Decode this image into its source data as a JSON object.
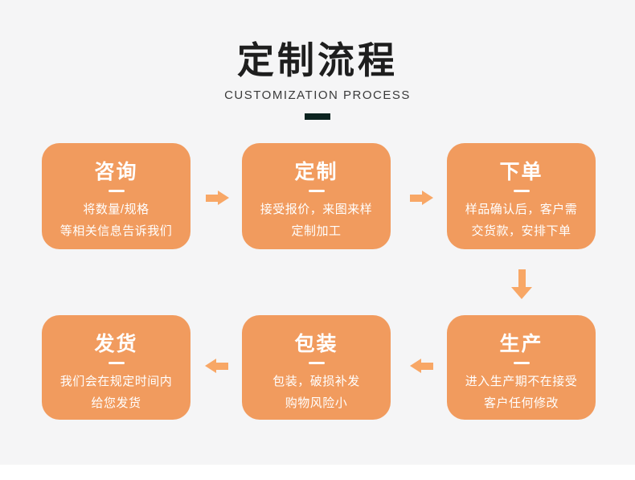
{
  "page": {
    "title": "定制流程",
    "subtitle": "CUSTOMIZATION PROCESS"
  },
  "colors": {
    "background": "#f5f5f6",
    "box_orange": "#f19b5e",
    "arrow_orange": "#f8a766",
    "title_underline": "#0c2420",
    "box_text": "#ffffff",
    "title_text": "#1e1e1e",
    "subtitle_text": "#3a3a3a"
  },
  "icons": {
    "arrow_right": "right-block-arrow",
    "arrow_left": "left-block-arrow",
    "arrow_down": "down-block-arrow"
  },
  "steps": [
    {
      "title": "咨询",
      "line1": "将数量/规格",
      "line2": "等相关信息告诉我们"
    },
    {
      "title": "定制",
      "line1": "接受报价，来图来样",
      "line2": "定制加工"
    },
    {
      "title": "下单",
      "line1": "样品确认后，客户需",
      "line2": "交货款，安排下单"
    },
    {
      "title": "生产",
      "line1": "进入生产期不在接受",
      "line2": "客户任何修改"
    },
    {
      "title": "包装",
      "line1": "包装，破损补发",
      "line2": "购物风险小"
    },
    {
      "title": "发货",
      "line1": "我们会在规定时间内",
      "line2": "给您发货"
    }
  ]
}
